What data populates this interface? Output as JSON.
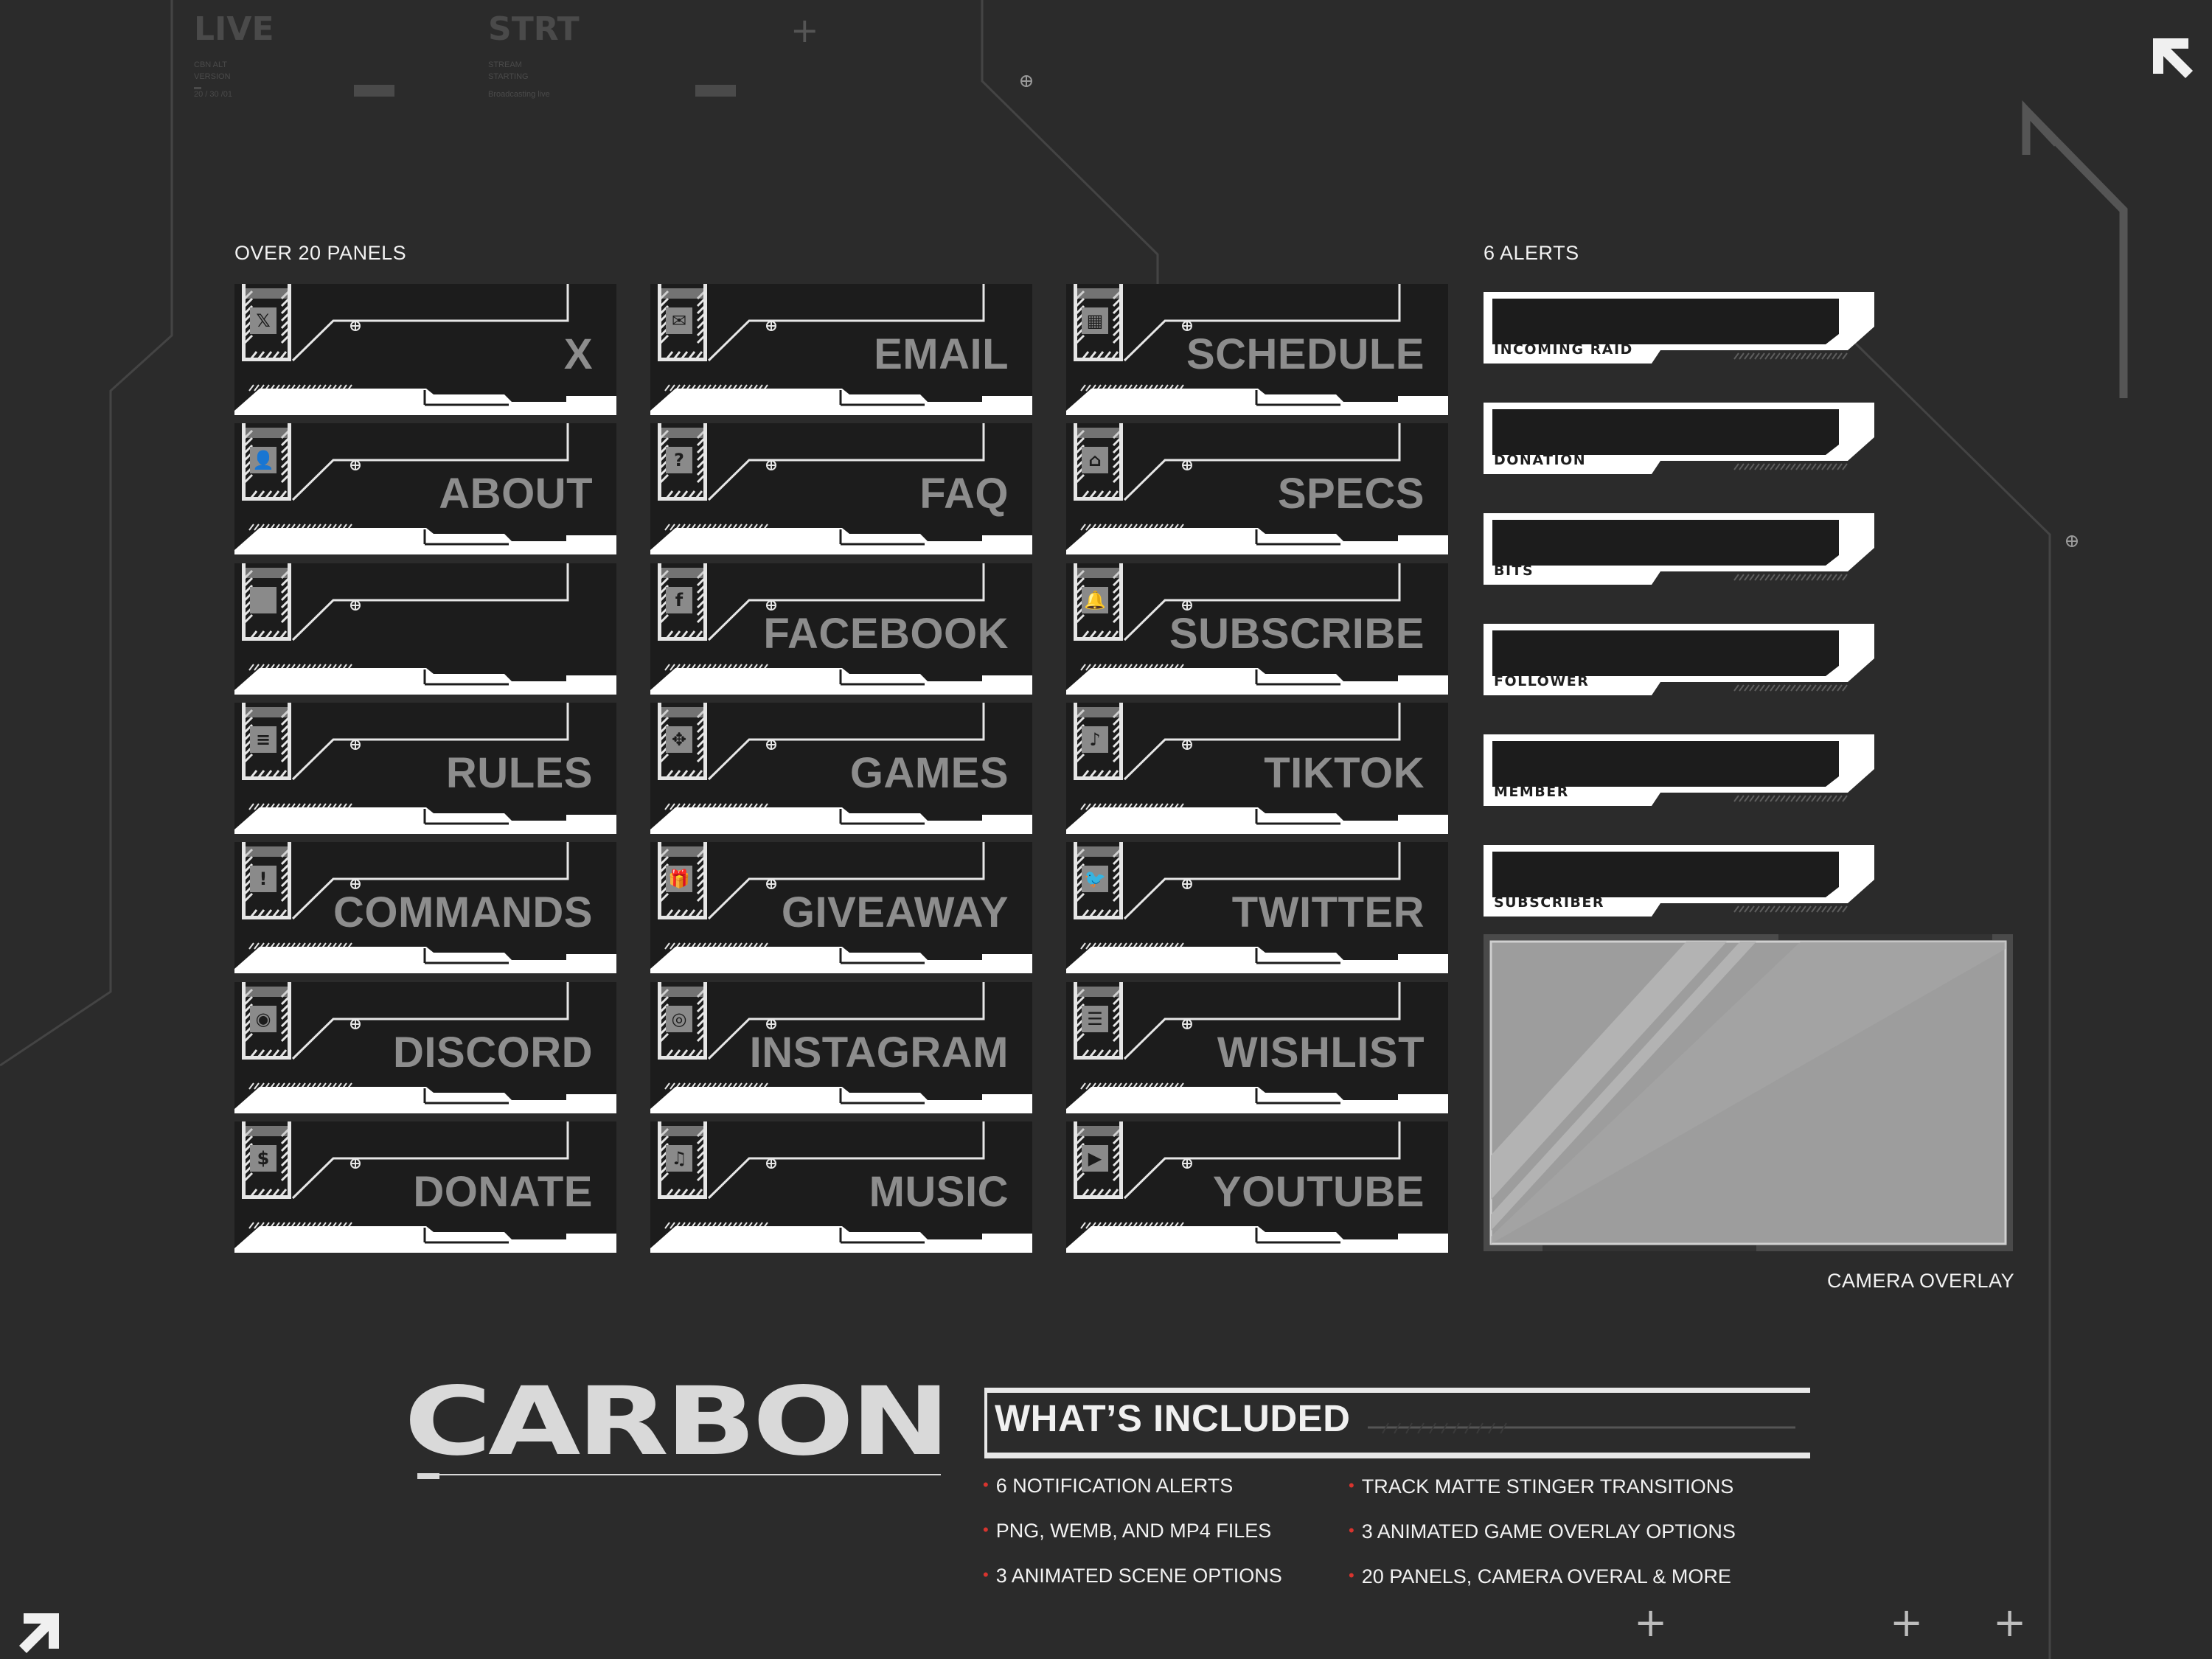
{
  "ghost_top": {
    "live": {
      "title": "LIVE",
      "line1": "CBN ALT",
      "line2": "VERSION",
      "line3": "20 / 30 /01"
    },
    "strt": {
      "title": "STRT",
      "line1": "STREAM",
      "line2": "STARTING",
      "line3": "Broadcasting live"
    }
  },
  "panels_section": {
    "label": "OVER 20 PANELS",
    "panels": [
      {
        "label": "X",
        "icon": "x-logo-icon",
        "glyph": "𝕏"
      },
      {
        "label": "EMAIL",
        "icon": "envelope-icon",
        "glyph": "✉"
      },
      {
        "label": "SCHEDULE",
        "icon": "calendar-icon",
        "glyph": "▦"
      },
      {
        "label": "ABOUT",
        "icon": "person-icon",
        "glyph": "👤"
      },
      {
        "label": "FAQ",
        "icon": "question-bubble-icon",
        "glyph": "?"
      },
      {
        "label": "SPECS",
        "icon": "mouse-icon",
        "glyph": "⌂"
      },
      {
        "label": "",
        "icon": "blank-icon",
        "glyph": ""
      },
      {
        "label": "FACEBOOK",
        "icon": "facebook-icon",
        "glyph": "f"
      },
      {
        "label": "SUBSCRIBE",
        "icon": "bell-icon",
        "glyph": "🔔"
      },
      {
        "label": "RULES",
        "icon": "document-icon",
        "glyph": "≡"
      },
      {
        "label": "GAMES",
        "icon": "gamepad-icon",
        "glyph": "✥"
      },
      {
        "label": "TIKTOK",
        "icon": "tiktok-icon",
        "glyph": "♪"
      },
      {
        "label": "COMMANDS",
        "icon": "exclamation-icon",
        "glyph": "!"
      },
      {
        "label": "GIVEAWAY",
        "icon": "gift-icon",
        "glyph": "🎁"
      },
      {
        "label": "TWITTER",
        "icon": "twitter-bird-icon",
        "glyph": "🐦"
      },
      {
        "label": "DISCORD",
        "icon": "discord-icon",
        "glyph": "◉"
      },
      {
        "label": "INSTAGRAM",
        "icon": "instagram-icon",
        "glyph": "◎"
      },
      {
        "label": "WISHLIST",
        "icon": "list-icon",
        "glyph": "☰"
      },
      {
        "label": "DONATE",
        "icon": "money-bag-icon",
        "glyph": "$"
      },
      {
        "label": "MUSIC",
        "icon": "music-note-icon",
        "glyph": "♫"
      },
      {
        "label": "YOUTUBE",
        "icon": "youtube-icon",
        "glyph": "▶"
      }
    ]
  },
  "alerts_section": {
    "label": "6 ALERTS",
    "alerts": [
      "INCOMING RAID",
      "DONATION",
      "BITS",
      "FOLLOWER",
      "MEMBER",
      "SUBSCRIBER"
    ]
  },
  "camera": {
    "label": "CAMERA OVERLAY"
  },
  "brand": {
    "logo": "CARBON"
  },
  "included": {
    "title": "WHAT’S INCLUDED",
    "col1": [
      "6 NOTIFICATION ALERTS",
      "PNG, WEMB, AND MP4 FILES",
      "3 ANIMATED SCENE OPTIONS"
    ],
    "col2": [
      "TRACK MATTE STINGER TRANSITIONS",
      "3 ANIMATED GAME OVERLAY OPTIONS",
      "20 PANELS,  CAMERA OVERAL & MORE"
    ]
  },
  "colors": {
    "background": "#2b2b2b",
    "panel": "#1c1c1c",
    "panel_text": "#8d8d8d",
    "bullet": "#d8342e",
    "white": "#ffffff"
  }
}
